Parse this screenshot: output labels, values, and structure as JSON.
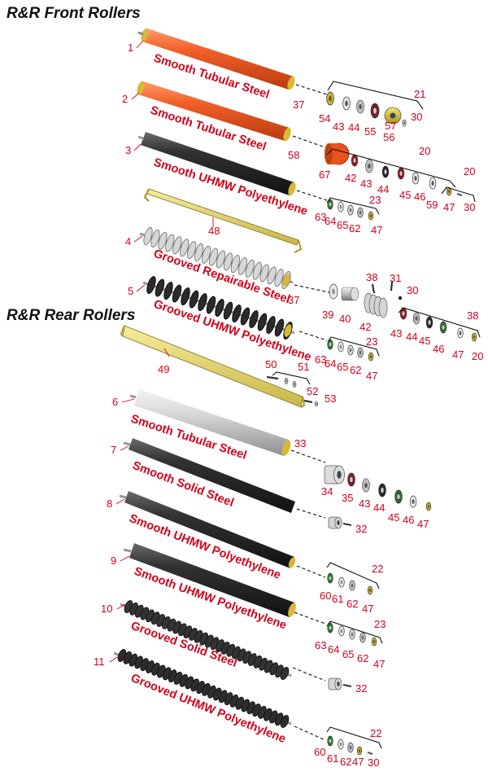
{
  "sections": {
    "front": "R&R Front Rollers",
    "rear": "R&R Rear Rollers"
  },
  "colors": {
    "callout": "#d4001a",
    "orange_roller": "#e8521c",
    "black_roller": "#2b2b2b",
    "silver_roller": "#cfcfcf",
    "yellow_bracket": "#e9d86b",
    "brass_part": "#c9b23a"
  },
  "rollers": [
    {
      "num": "1",
      "caption": "Smooth Tubular Steel"
    },
    {
      "num": "2",
      "caption": "Smooth Tubular Steel"
    },
    {
      "num": "3",
      "caption": "Smooth UHMW Polyethylene"
    },
    {
      "num": "4",
      "caption": "Grooved Repairable Steel"
    },
    {
      "num": "5",
      "caption": "Grooved UHMW Polyethylene"
    },
    {
      "num": "6",
      "caption": "Smooth Tubular Steel"
    },
    {
      "num": "7",
      "caption": "Smooth Solid Steel"
    },
    {
      "num": "8",
      "caption": "Smooth UHMW Polyethylene"
    },
    {
      "num": "9",
      "caption": "Smooth UHMW Polyethylene"
    },
    {
      "num": "10",
      "caption": "Grooved Solid Steel"
    },
    {
      "num": "11",
      "caption": "Grooved UHMW Polyethylene"
    }
  ],
  "brackets": [
    {
      "num": "48"
    },
    {
      "num": "49"
    }
  ],
  "callouts": [
    "37",
    "54",
    "43",
    "44",
    "55",
    "57",
    "56",
    "21",
    "30",
    "58",
    "67",
    "42",
    "43",
    "44",
    "45",
    "46",
    "59",
    "20",
    "47",
    "30",
    "20",
    "23",
    "63",
    "64",
    "65",
    "62",
    "47",
    "37",
    "38",
    "31",
    "30",
    "39",
    "40",
    "42",
    "43",
    "44",
    "45",
    "46",
    "47",
    "20",
    "38",
    "23",
    "63",
    "64",
    "65",
    "62",
    "47",
    "50",
    "51",
    "52",
    "53",
    "33",
    "34",
    "35",
    "43",
    "44",
    "45",
    "46",
    "47",
    "32",
    "22",
    "60",
    "61",
    "62",
    "47",
    "23",
    "63",
    "64",
    "65",
    "62",
    "47",
    "32",
    "22",
    "60",
    "61",
    "62",
    "47",
    "30"
  ]
}
